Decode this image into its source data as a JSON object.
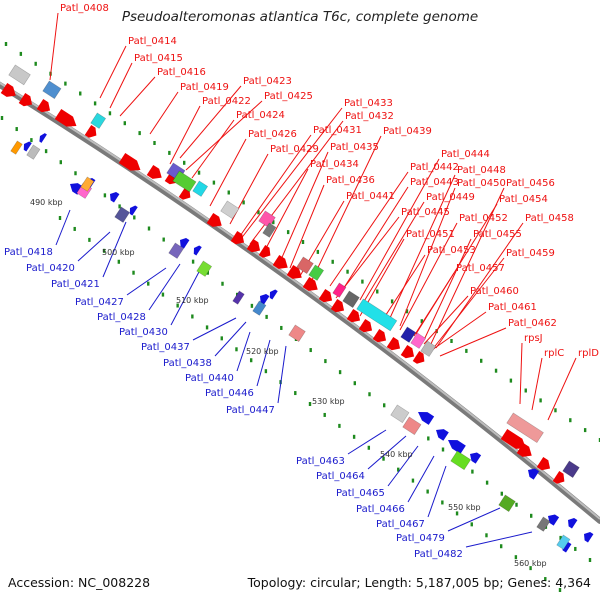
{
  "title": "Pseudoalteromonas atlantica T6c, complete genome",
  "footer": {
    "accession": "Accession: NC_008228",
    "summary": "Topology: circular; Length: 5,187,005 bp; Genes: 4,364"
  },
  "colors": {
    "forward_label": "#ee1111",
    "reverse_label": "#1a1acc",
    "forward_gene": "#ee0000",
    "reverse_gene": "#1111dd",
    "backbone": "#8a8a8a",
    "tick": "#1e8a1e"
  },
  "ticks": [
    "490 kbp",
    "500 kbp",
    "510 kbp",
    "520 kbp",
    "530 kbp",
    "540 kbp",
    "550 kbp",
    "560 kbp"
  ],
  "forward_labels": [
    "Patl_0408",
    "Patl_0414",
    "Patl_0415",
    "Patl_0416",
    "Patl_0419",
    "Patl_0423",
    "Patl_0422",
    "Patl_0425",
    "Patl_0424",
    "Patl_0433",
    "Patl_0426",
    "Patl_0432",
    "Patl_0431",
    "Patl_0439",
    "Patl_0429",
    "Patl_0435",
    "Patl_0444",
    "Patl_0434",
    "Patl_0442",
    "Patl_0448",
    "Patl_0436",
    "Patl_0443",
    "Patl_0450",
    "Patl_0456",
    "Patl_0441",
    "Patl_0449",
    "Patl_0454",
    "Patl_0445",
    "Patl_0452",
    "Patl_0458",
    "Patl_0451",
    "Patl_0455",
    "Patl_0453",
    "Patl_0459",
    "Patl_0457",
    "Patl_0460",
    "Patl_0461",
    "Patl_0462",
    "rpsJ",
    "rplC",
    "rplD"
  ],
  "reverse_labels": [
    "Patl_0418",
    "Patl_0420",
    "Patl_0421",
    "Patl_0427",
    "Patl_0428",
    "Patl_0430",
    "Patl_0437",
    "Patl_0438",
    "Patl_0440",
    "Patl_0446",
    "Patl_0447",
    "Patl_0463",
    "Patl_0464",
    "Patl_0465",
    "Patl_0466",
    "Patl_0467",
    "Patl_0479",
    "Patl_0482"
  ]
}
